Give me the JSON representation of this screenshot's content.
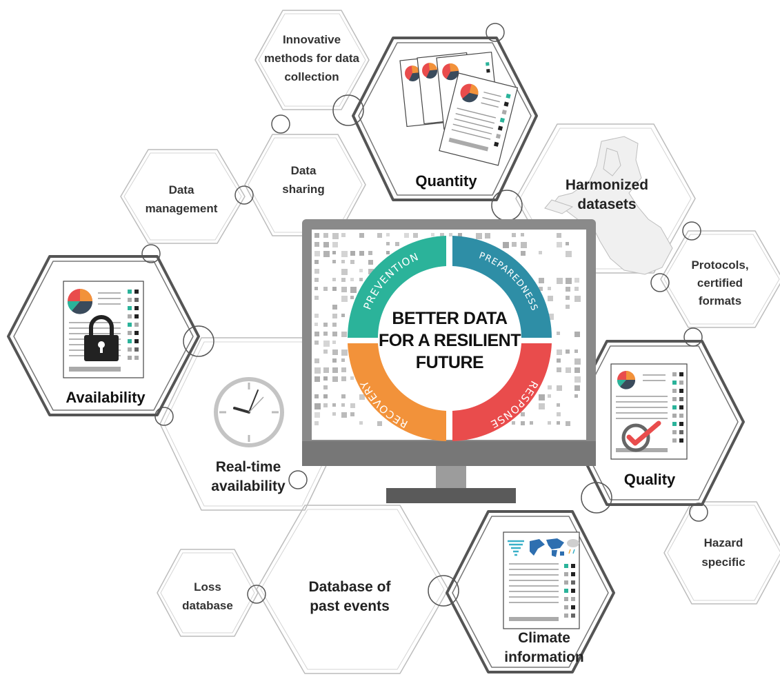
{
  "center": {
    "line1": "BETTER DATA",
    "line2": "FOR A RESILIENT",
    "line3": "FUTURE"
  },
  "phases": [
    {
      "label": "PREVENTION",
      "color": "#2bb39a"
    },
    {
      "label": "PREPAREDNESS",
      "color": "#2e8ea6"
    },
    {
      "label": "RESPONSE",
      "color": "#e94c4c"
    },
    {
      "label": "RECOVERY",
      "color": "#f2923a"
    }
  ],
  "hexagons": {
    "innovative": [
      "Innovative",
      "methods for data",
      "collection"
    ],
    "quantity": [
      "Quantity"
    ],
    "data_sharing": [
      "Data",
      "sharing"
    ],
    "data_management": [
      "Data",
      "management"
    ],
    "harmonized": [
      "Harmonized",
      "datasets"
    ],
    "protocols": [
      "Protocols,",
      "certified",
      "formats"
    ],
    "availability": [
      "Availability"
    ],
    "realtime": [
      "Real-time",
      "availability"
    ],
    "quality": [
      "Quality"
    ],
    "hazard": [
      "Hazard",
      "specific"
    ],
    "loss": [
      "Loss",
      "database"
    ],
    "past_events": [
      "Database of",
      "past events"
    ],
    "climate": [
      "Climate",
      "information"
    ]
  },
  "colors": {
    "hex_bold": "#555555",
    "hex_light": "#bbbbbb",
    "monitor_frame": "#8a8a8a",
    "monitor_stand": "#5a5a5a",
    "teal": "#2bb39a",
    "dark": "#222222"
  }
}
